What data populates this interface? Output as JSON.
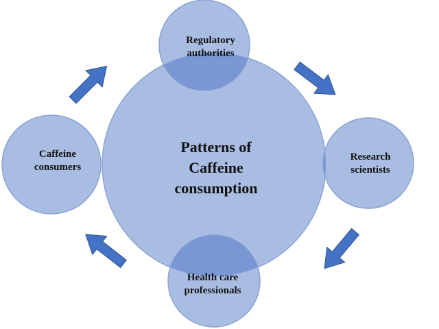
{
  "diagram": {
    "center": {
      "text": "Patterns of\nCaffeine\nconsumption"
    },
    "nodes": {
      "top": {
        "text": "Regulatory\nauthorities"
      },
      "right": {
        "text": "Research\nscientists"
      },
      "bottom": {
        "text": "Health care\nprofessionals"
      },
      "left": {
        "text": "Caffeine\nconsumers"
      }
    },
    "colors": {
      "circle_fill": "#a9bde2",
      "circle_stroke": "#8aa3d4",
      "overlap_fill": "#7a96d4",
      "arrow_fill": "#4472c4",
      "arrow_stroke": "#2f528f"
    }
  }
}
